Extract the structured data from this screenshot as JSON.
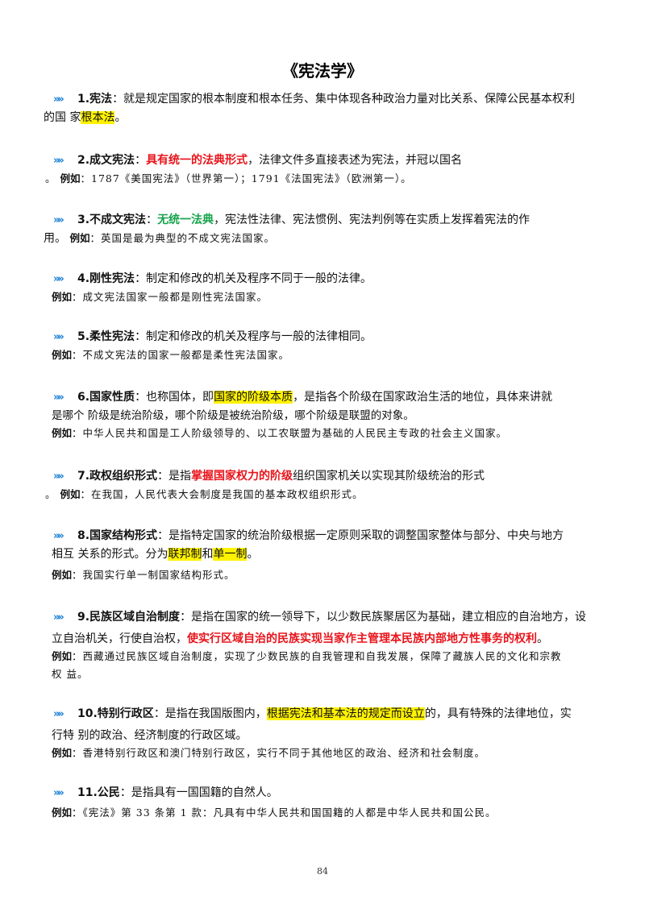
{
  "title": "《宪法学》",
  "entries": [
    {
      "term": "1.宪法",
      "l1": [
        "：就是规定国家的根本制度和根本任务、集中体现各种政治力量对比关系、保障公民基本权利"
      ],
      "l2a": "的国 家",
      "l2hl": "根本法",
      "l2b": "。"
    },
    {
      "term": "2.成文宪法",
      "l1a": "：",
      "l1red": "具有统一的法典形式",
      "l1b": "，法律文件多直接表述为宪法，并冠以国名",
      "ex_pre": "。 ",
      "ex_label": "例如",
      "ex_text": "：1787《美国宪法》（世界第一）；1791《法国宪法》（欧洲第一）。"
    },
    {
      "term": "3.不成文宪法",
      "l1a": "：",
      "l1green": "无统一法典",
      "l1b": "，宪法性法律、宪法惯例、宪法判例等在实质上发挥着宪法的作",
      "l2": "用。 ",
      "ex_label": "例如",
      "ex_text": "：英国是最为典型的不成文宪法国家。"
    },
    {
      "term": "4.刚性宪法",
      "l1b": "：制定和修改的机关及程序不同于一般的法律。",
      "ex_label": "例如",
      "ex_text": "：成文宪法国家一般都是刚性宪法国家。"
    },
    {
      "term": "5.柔性宪法",
      "l1b": "：制定和修改的机关及程序与一般的法律相同。",
      "ex_label": "例如",
      "ex_text": "：不成文宪法的国家一般都是柔性宪法国家。"
    },
    {
      "term": "6.国家性质",
      "l1a": "：也称国体，即",
      "l1hl": "国家的阶级本质",
      "l1b": "，是指各个阶级在国家政治生活的地位，具体来讲就",
      "l2": "是哪个 阶级是统治阶级，哪个阶级是被统治阶级，哪个阶级是联盟的对象。",
      "ex_label": "例如",
      "ex_text": "：中华人民共和国是工人阶级领导的、以工农联盟为基础的人民民主专政的社会主义国家。"
    },
    {
      "term": "7.政权组织形式",
      "l1a": "：是指",
      "l1red": "掌握国家权力的阶级",
      "l1b": "组织国家机关以实现其阶级统治的形式",
      "ex_pre": "。 ",
      "ex_label": "例如",
      "ex_text": "：在我国，人民代表大会制度是我国的基本政权组织形式。"
    },
    {
      "term": "8.国家结构形式",
      "l1b": "：是指特定国家的统治阶级根据一定原则采取的调整国家整体与部分、中央与地方",
      "l2a": "相互 关系的形式。分为",
      "l2hl1": "联邦制",
      "l2m": "和",
      "l2hl2": "单一制",
      "l2b": "。",
      "ex_label": "例如",
      "ex_text": "：我国实行单一制国家结构形式。"
    },
    {
      "term": "9.民族区域自治制度",
      "l1b": "：是指在国家的统一领导下，以少数民族聚居区为基础，建立相应的自治地方，设",
      "l2a": "立自治机关，行使自治权，",
      "l2red": "使实行区域自治的民族实现当家作主管理本民族内部地方性事务的权利",
      "l2b": "。",
      "ex_label": "例如",
      "ex_text": "：西藏通过民族区域自治制度，实现了少数民族的自我管理和自我发展，保障了藏族人民的文化和宗教",
      "ex_text2": "权 益。"
    },
    {
      "term": "10.特别行政区",
      "l1a": "：是指在我国版图内，",
      "l1hl": "根据宪法和基本法的规定而设立",
      "l1b": "的，具有特殊的法律地位，实",
      "l2": "行特 别的政治、经济制度的行政区域。",
      "ex_label": "例如",
      "ex_text": "：香港特别行政区和澳门特别行政区，实行不同于其他地区的政治、经济和社会制度。"
    },
    {
      "term": "11.公民",
      "l1b": "：是指具有一国国籍的自然人。",
      "ex_label": "例如",
      "ex_text": "：《宪法》第 33 条第 1 款：凡具有中华人民共和国国籍的人都是中华人民共和国公民。"
    }
  ],
  "bullet_glyph": "»",
  "page_number": "84",
  "colors": {
    "bullet": "#1a7fd4",
    "red": "#e8141b",
    "green": "#16a34a",
    "highlight": "#fff200"
  }
}
